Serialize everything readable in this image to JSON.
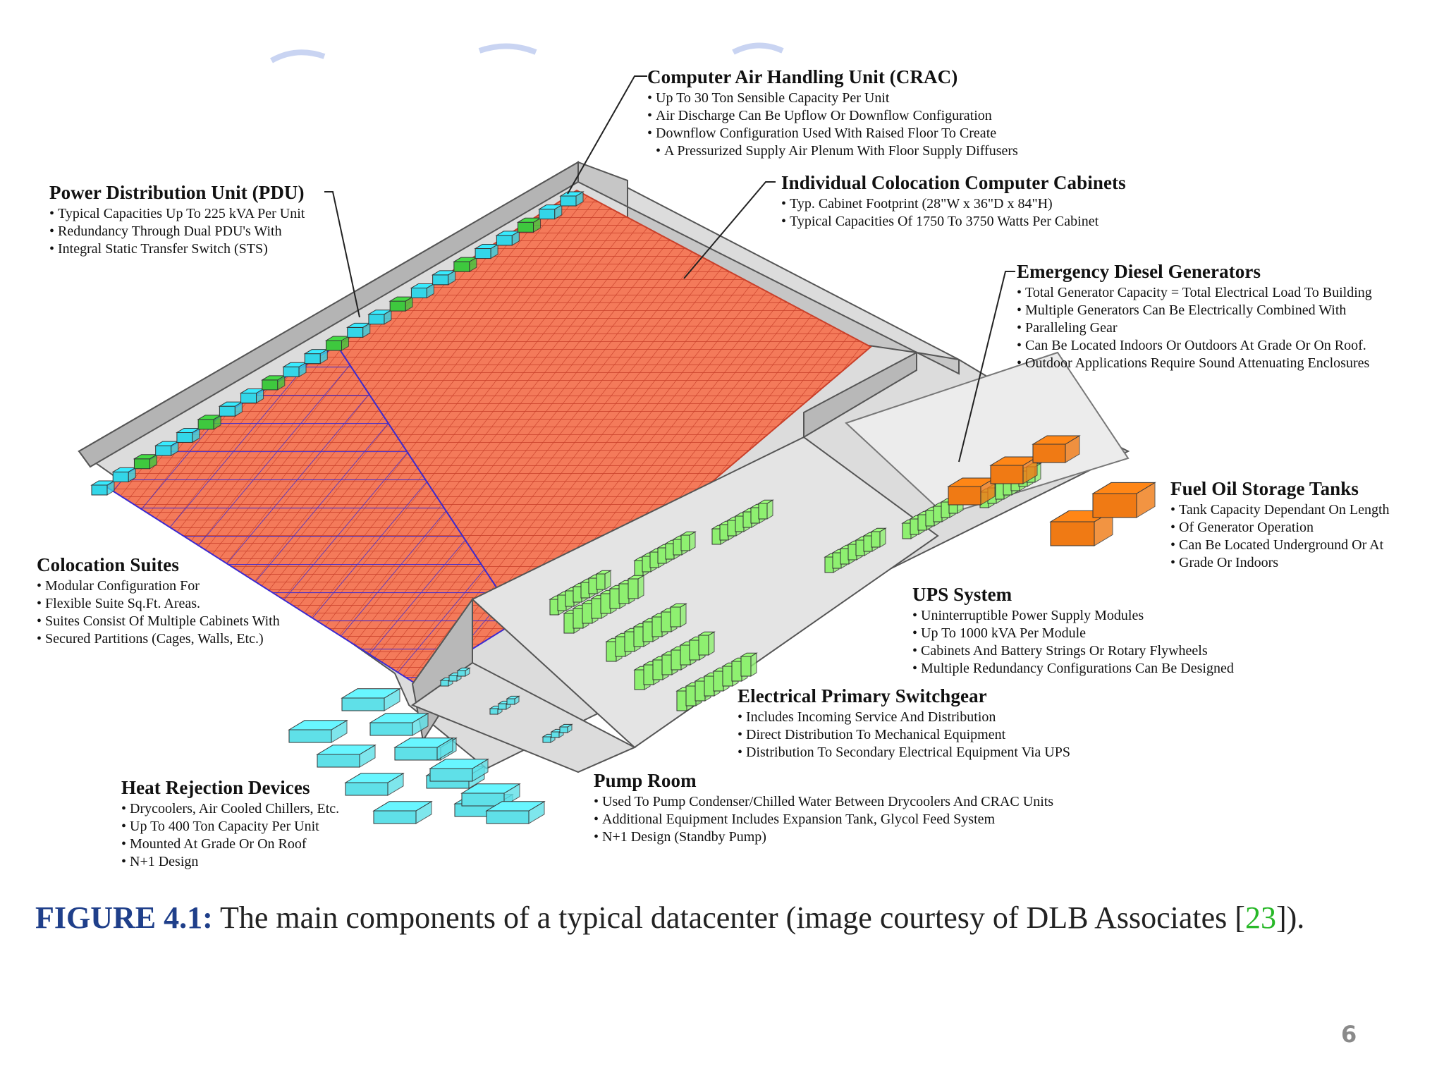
{
  "callouts": {
    "crac": {
      "title": "Computer Air Handling Unit (CRAC)",
      "items": [
        "Up To 30 Ton Sensible Capacity Per Unit",
        "Air Discharge Can Be Upflow Or Downflow Configuration",
        "Downflow Configuration Used With Raised Floor To Create",
        "A Pressurized Supply Air Plenum With Floor Supply Diffusers"
      ]
    },
    "pdu": {
      "title": "Power Distribution Unit (PDU)",
      "items": [
        "Typical Capacities Up To 225 kVA Per Unit",
        "Redundancy Through Dual PDU's With",
        "Integral Static Transfer Switch (STS)"
      ]
    },
    "cabinets": {
      "title": "Individual Colocation Computer Cabinets",
      "items": [
        "Typ. Cabinet Footprint (28\"W x 36\"D x 84\"H)",
        "Typical Capacities Of 1750 To 3750 Watts Per Cabinet"
      ]
    },
    "generators": {
      "title": "Emergency Diesel Generators",
      "items": [
        "Total Generator Capacity = Total Electrical Load To Building",
        "Multiple Generators Can Be Electrically Combined With",
        "Paralleling Gear",
        "Can Be Located Indoors Or Outdoors At Grade Or On Roof.",
        "Outdoor Applications Require Sound Attenuating Enclosures"
      ]
    },
    "fuel": {
      "title": "Fuel Oil Storage Tanks",
      "items": [
        "Tank Capacity Dependant On Length",
        "Of Generator Operation",
        "Can Be Located Underground Or At",
        "Grade Or Indoors"
      ]
    },
    "colocation": {
      "title": "Colocation Suites",
      "items": [
        "Modular Configuration For",
        "Flexible Suite Sq.Ft. Areas.",
        "Suites Consist Of Multiple Cabinets With",
        "Secured Partitions (Cages, Walls, Etc.)"
      ]
    },
    "ups": {
      "title": "UPS System",
      "items": [
        "Uninterruptible Power Supply Modules",
        "Up To 1000 kVA Per Module",
        "Cabinets And Battery Strings Or Rotary Flywheels",
        "Multiple Redundancy Configurations Can Be Designed"
      ]
    },
    "switchgear": {
      "title": "Electrical Primary Switchgear",
      "items": [
        "Includes Incoming Service And Distribution",
        "Direct Distribution To Mechanical Equipment",
        "Distribution To Secondary Electrical Equipment Via UPS"
      ]
    },
    "pump": {
      "title": "Pump Room",
      "items": [
        "Used To Pump Condenser/Chilled Water Between Drycoolers And CRAC Units",
        "Additional Equipment Includes Expansion Tank, Glycol Feed System",
        "N+1 Design (Standby Pump)"
      ]
    },
    "heat": {
      "title": "Heat Rejection Devices",
      "items": [
        "Drycoolers, Air Cooled Chillers, Etc.",
        "Up To 400 Ton Capacity Per Unit",
        "Mounted At Grade Or On Roof",
        "N+1 Design"
      ]
    }
  },
  "caption": {
    "label": "FIGURE 4.1:",
    "text_before": " The main components of a typical datacenter (image courtesy of DLB Associates [",
    "ref": "23",
    "text_after": "])."
  },
  "page_number": "6",
  "colors": {
    "cabinet": "#f47a5a",
    "crac": "#33d6e8",
    "pdu": "#3ec83e",
    "ups": "#8ef070",
    "generator": "#f07a14",
    "cooler": "#5fe0e8",
    "floor": "#dadada",
    "wall": "#a8a8a8",
    "caption_label": "#1f3f8a",
    "caption_ref": "#28b828"
  }
}
